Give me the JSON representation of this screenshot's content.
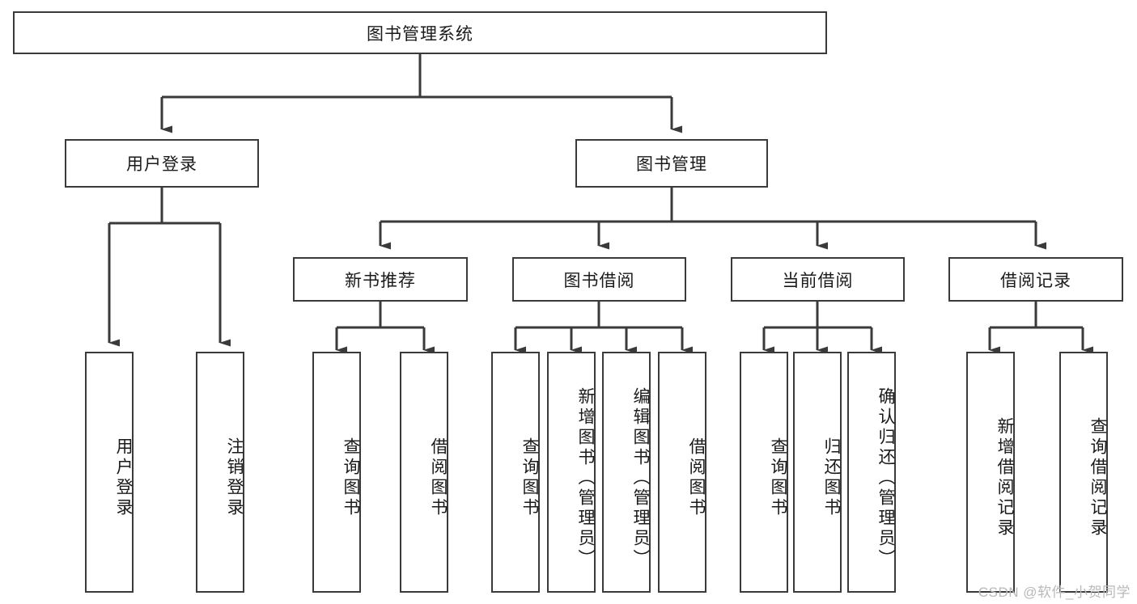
{
  "diagram": {
    "title": "图书管理系统",
    "watermark": "CSDN @软件_小贺同学",
    "nodes": {
      "root": "图书管理系统",
      "user_login": "用户登录",
      "book_manage": "图书管理",
      "new_book_rec": "新书推荐",
      "book_borrow": "图书借阅",
      "current_borrow": "当前借阅",
      "borrow_record": "借阅记录",
      "leaf_user_login": "用户登录",
      "leaf_logout_login": "注销登录",
      "leaf_query_book_1": "查询图书",
      "leaf_borrow_book_1": "借阅图书",
      "leaf_query_book_2": "查询图书",
      "leaf_add_book_admin": "新增图书（管理员）",
      "leaf_edit_book_admin": "编辑图书（管理员）",
      "leaf_borrow_book_2": "借阅图书",
      "leaf_query_book_3": "查询图书",
      "leaf_return_book": "归还图书",
      "leaf_confirm_return_admin": "确认归还（管理员）",
      "leaf_add_borrow_record": "新增借阅记录",
      "leaf_query_borrow_record": "查询借阅记录"
    },
    "colors": {
      "stroke": "#3a3a3a",
      "fill": "#ffffff",
      "text": "#1a1a1a",
      "watermark": "#b9b9b9"
    },
    "edges": [
      {
        "from": "root",
        "to": "user_login"
      },
      {
        "from": "root",
        "to": "book_manage"
      },
      {
        "from": "user_login",
        "to": "leaf_user_login"
      },
      {
        "from": "user_login",
        "to": "leaf_logout_login"
      },
      {
        "from": "book_manage",
        "to": "new_book_rec"
      },
      {
        "from": "book_manage",
        "to": "book_borrow"
      },
      {
        "from": "book_manage",
        "to": "current_borrow"
      },
      {
        "from": "book_manage",
        "to": "borrow_record"
      },
      {
        "from": "new_book_rec",
        "to": "leaf_query_book_1"
      },
      {
        "from": "new_book_rec",
        "to": "leaf_borrow_book_1"
      },
      {
        "from": "book_borrow",
        "to": "leaf_query_book_2"
      },
      {
        "from": "book_borrow",
        "to": "leaf_add_book_admin"
      },
      {
        "from": "book_borrow",
        "to": "leaf_edit_book_admin"
      },
      {
        "from": "book_borrow",
        "to": "leaf_borrow_book_2"
      },
      {
        "from": "current_borrow",
        "to": "leaf_query_book_3"
      },
      {
        "from": "current_borrow",
        "to": "leaf_return_book"
      },
      {
        "from": "current_borrow",
        "to": "leaf_confirm_return_admin"
      },
      {
        "from": "borrow_record",
        "to": "leaf_add_borrow_record"
      },
      {
        "from": "borrow_record",
        "to": "leaf_query_borrow_record"
      }
    ]
  }
}
